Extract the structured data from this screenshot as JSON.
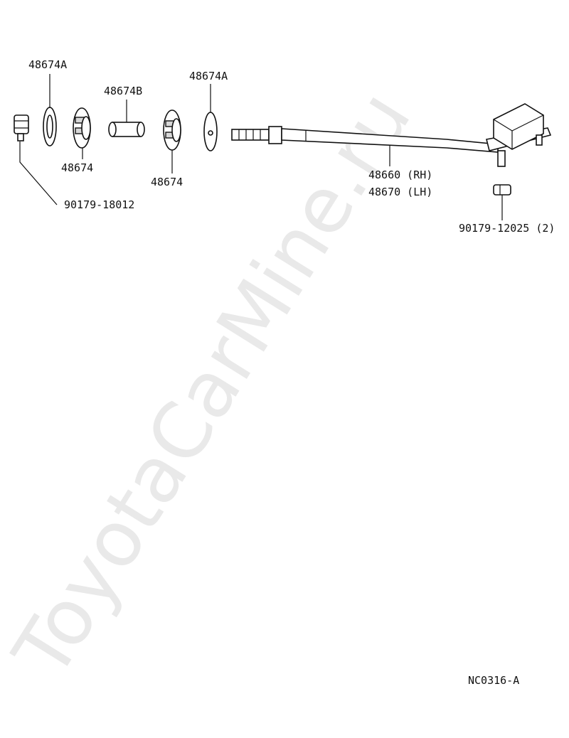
{
  "watermark": "ToyotaCarMine.ru",
  "labels": {
    "washer_left": "48674A",
    "bushing_left": "48674",
    "spacer": "48674B",
    "washer_right": "48674A",
    "bushing_right": "48674",
    "nut_left": "90179-18012",
    "rod_rh": "48660 (RH)",
    "rod_lh": "48670 (LH)",
    "nut_right": "90179-12025 (2)"
  },
  "diagram_code": "NC0316-A",
  "colors": {
    "ink": "#111111",
    "watermark": "#e9e9e9",
    "background": "#ffffff"
  }
}
